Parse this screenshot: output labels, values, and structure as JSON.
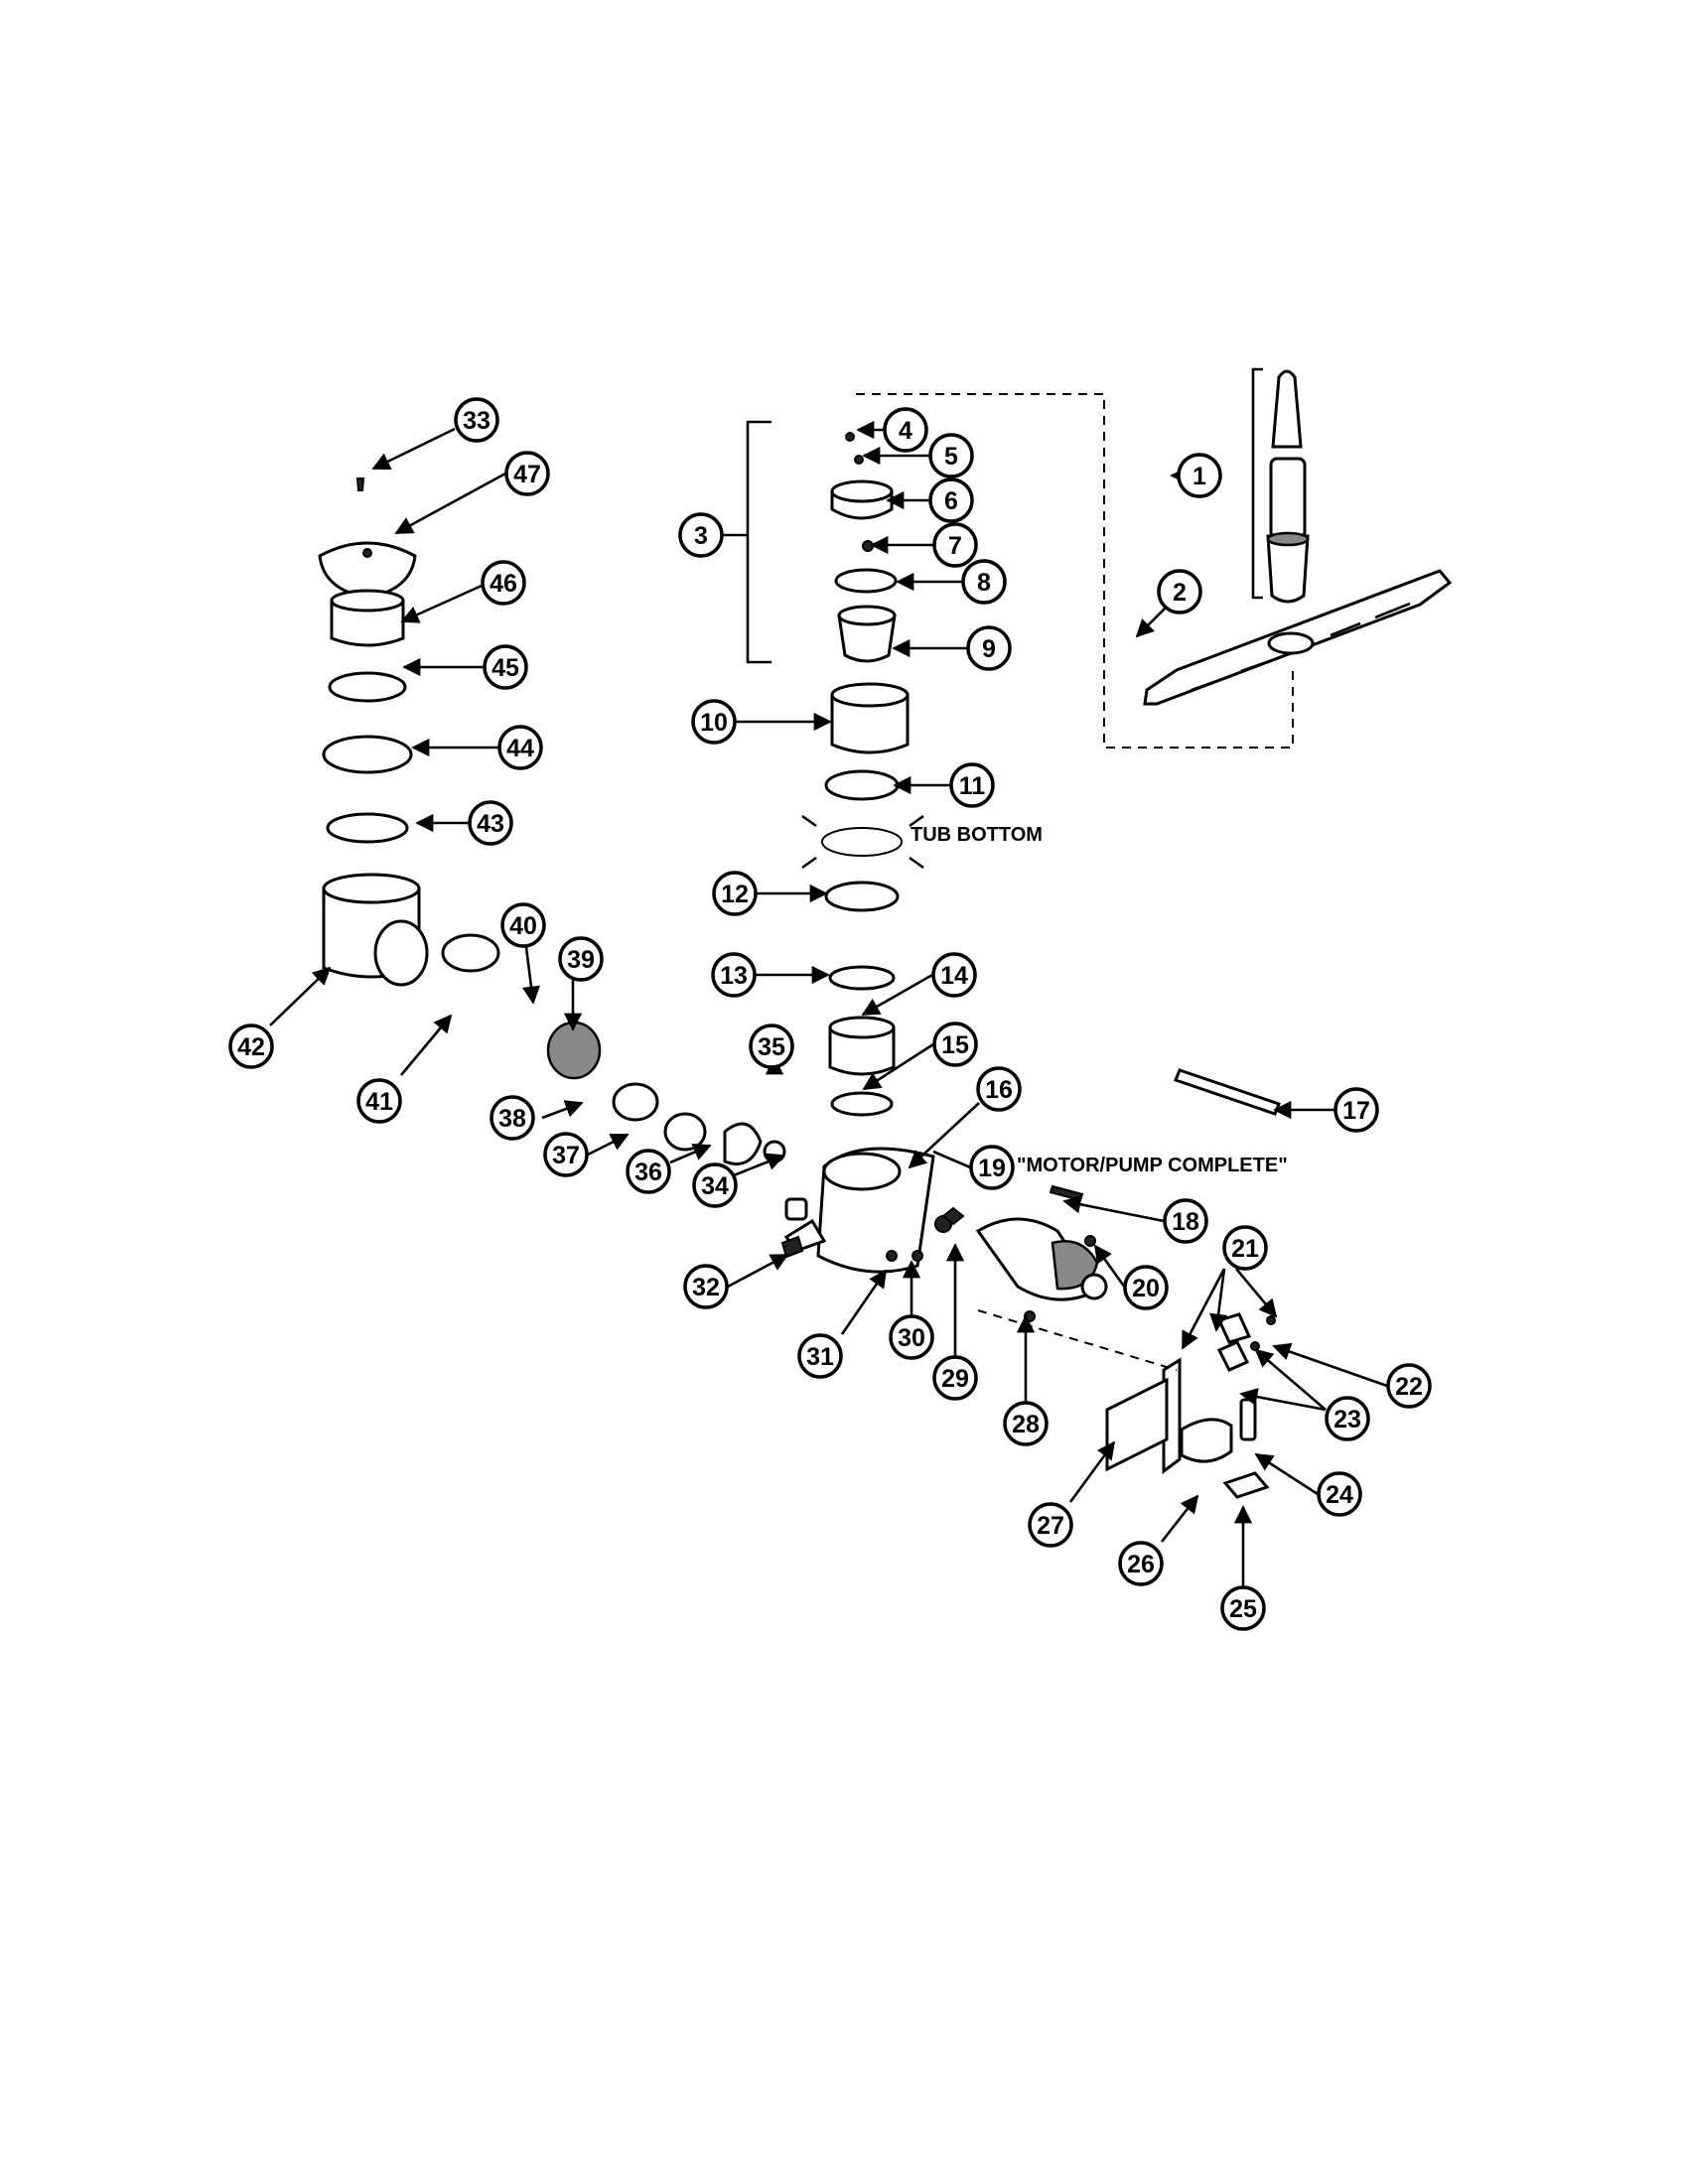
{
  "diagram": {
    "notes": {
      "tub_bottom": "TUB BOTTOM",
      "motor_pump": "\"MOTOR/PUMP COMPLETE\""
    },
    "callouts": [
      "1",
      "2",
      "3",
      "4",
      "5",
      "6",
      "7",
      "8",
      "9",
      "10",
      "11",
      "12",
      "13",
      "14",
      "15",
      "16",
      "17",
      "18",
      "19",
      "20",
      "21",
      "22",
      "23",
      "24",
      "25",
      "26",
      "27",
      "28",
      "29",
      "30",
      "31",
      "32",
      "33",
      "34",
      "35",
      "36",
      "37",
      "38",
      "39",
      "40",
      "41",
      "42",
      "43",
      "44",
      "45",
      "46",
      "47"
    ]
  }
}
